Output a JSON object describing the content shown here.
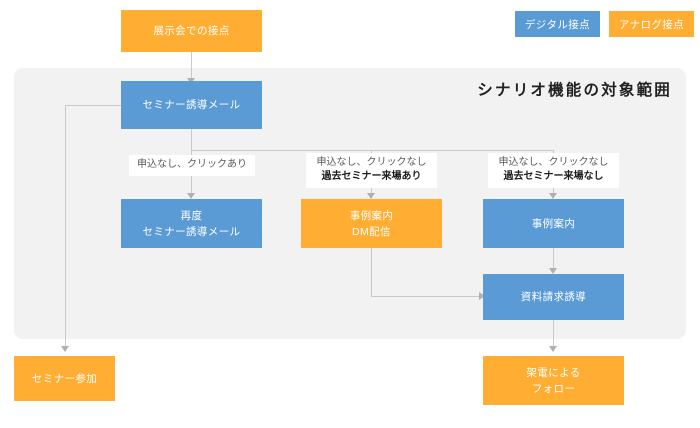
{
  "diagram": {
    "title": "シナリオ機能の対象範囲",
    "legend": [
      {
        "label": "デジタル接点",
        "color": "#5b9bd5",
        "type": "digital"
      },
      {
        "label": "アナログ接点",
        "color": "#ffae33",
        "type": "analog"
      }
    ],
    "nodes": {
      "exhibition": {
        "line1": "展示会での接点",
        "line2": "",
        "color": "#ffae33"
      },
      "seminar_mail": {
        "line1": "セミナー誘導メール",
        "line2": "",
        "color": "#5b9bd5"
      },
      "seminar_mail_again": {
        "line1": "再度",
        "line2": "セミナー誘導メール",
        "color": "#5b9bd5"
      },
      "case_dm": {
        "line1": "事例案内",
        "line2": "DM配信",
        "color": "#ffae33"
      },
      "case_info": {
        "line1": "事例案内",
        "line2": "",
        "color": "#5b9bd5"
      },
      "doc_request": {
        "line1": "資料請求誘導",
        "line2": "",
        "color": "#5b9bd5"
      },
      "seminar_join": {
        "line1": "セミナー参加",
        "line2": "",
        "color": "#ffae33"
      },
      "call_follow": {
        "line1": "架電による",
        "line2": "フォロー",
        "color": "#ffae33"
      }
    },
    "conditions": {
      "left": {
        "line1": "申込なし、クリックあり",
        "line2": ""
      },
      "middle": {
        "line1": "申込なし、クリックなし",
        "line2": "過去セミナー来場あり"
      },
      "right": {
        "line1": "申込なし、クリックなし",
        "line2": "過去セミナー来場なし"
      }
    },
    "colors": {
      "panel_background": "#f2f2f2",
      "connector": "#c9c9c9",
      "canvas_background": "#ffffff"
    }
  }
}
